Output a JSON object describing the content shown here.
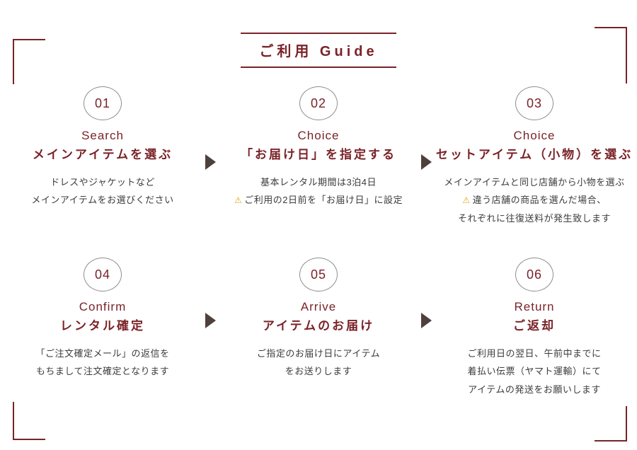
{
  "title": "ご利用 Guide",
  "icons": {
    "warning": "⚠"
  },
  "colors": {
    "accent": "#7a2328",
    "text": "#3c3c3c",
    "arrow": "#4e413c",
    "warning": "#e8a317"
  },
  "steps": [
    {
      "number": "01",
      "label_en": "Search",
      "label_ja": "メインアイテムを選ぶ",
      "desc": [
        "ドレスやジャケットなど",
        "メインアイテムをお選びください"
      ]
    },
    {
      "number": "02",
      "label_en": "Choice",
      "label_ja": "「お届け日」を指定する",
      "desc": [
        "基本レンタル期間は3泊4日",
        "ご利用の2日前を「お届け日」に設定"
      ]
    },
    {
      "number": "03",
      "label_en": "Choice",
      "label_ja": "セットアイテム（小物）を選ぶ",
      "desc": [
        "メインアイテムと同じ店舗から小物を選ぶ",
        "違う店舗の商品を選んだ場合、",
        "それぞれに往復送料が発生致します"
      ]
    },
    {
      "number": "04",
      "label_en": "Confirm",
      "label_ja": "レンタル確定",
      "desc": [
        "「ご注文確定メール」の返信を",
        "もちまして注文確定となります"
      ]
    },
    {
      "number": "05",
      "label_en": "Arrive",
      "label_ja": "アイテムのお届け",
      "desc": [
        "ご指定のお届け日にアイテム",
        "をお送りします"
      ]
    },
    {
      "number": "06",
      "label_en": "Return",
      "label_ja": "ご返却",
      "desc": [
        "ご利用日の翌日、午前中までに",
        "着払い伝票（ヤマト運輸）にて",
        "アイテムの発送をお願いします"
      ]
    }
  ]
}
